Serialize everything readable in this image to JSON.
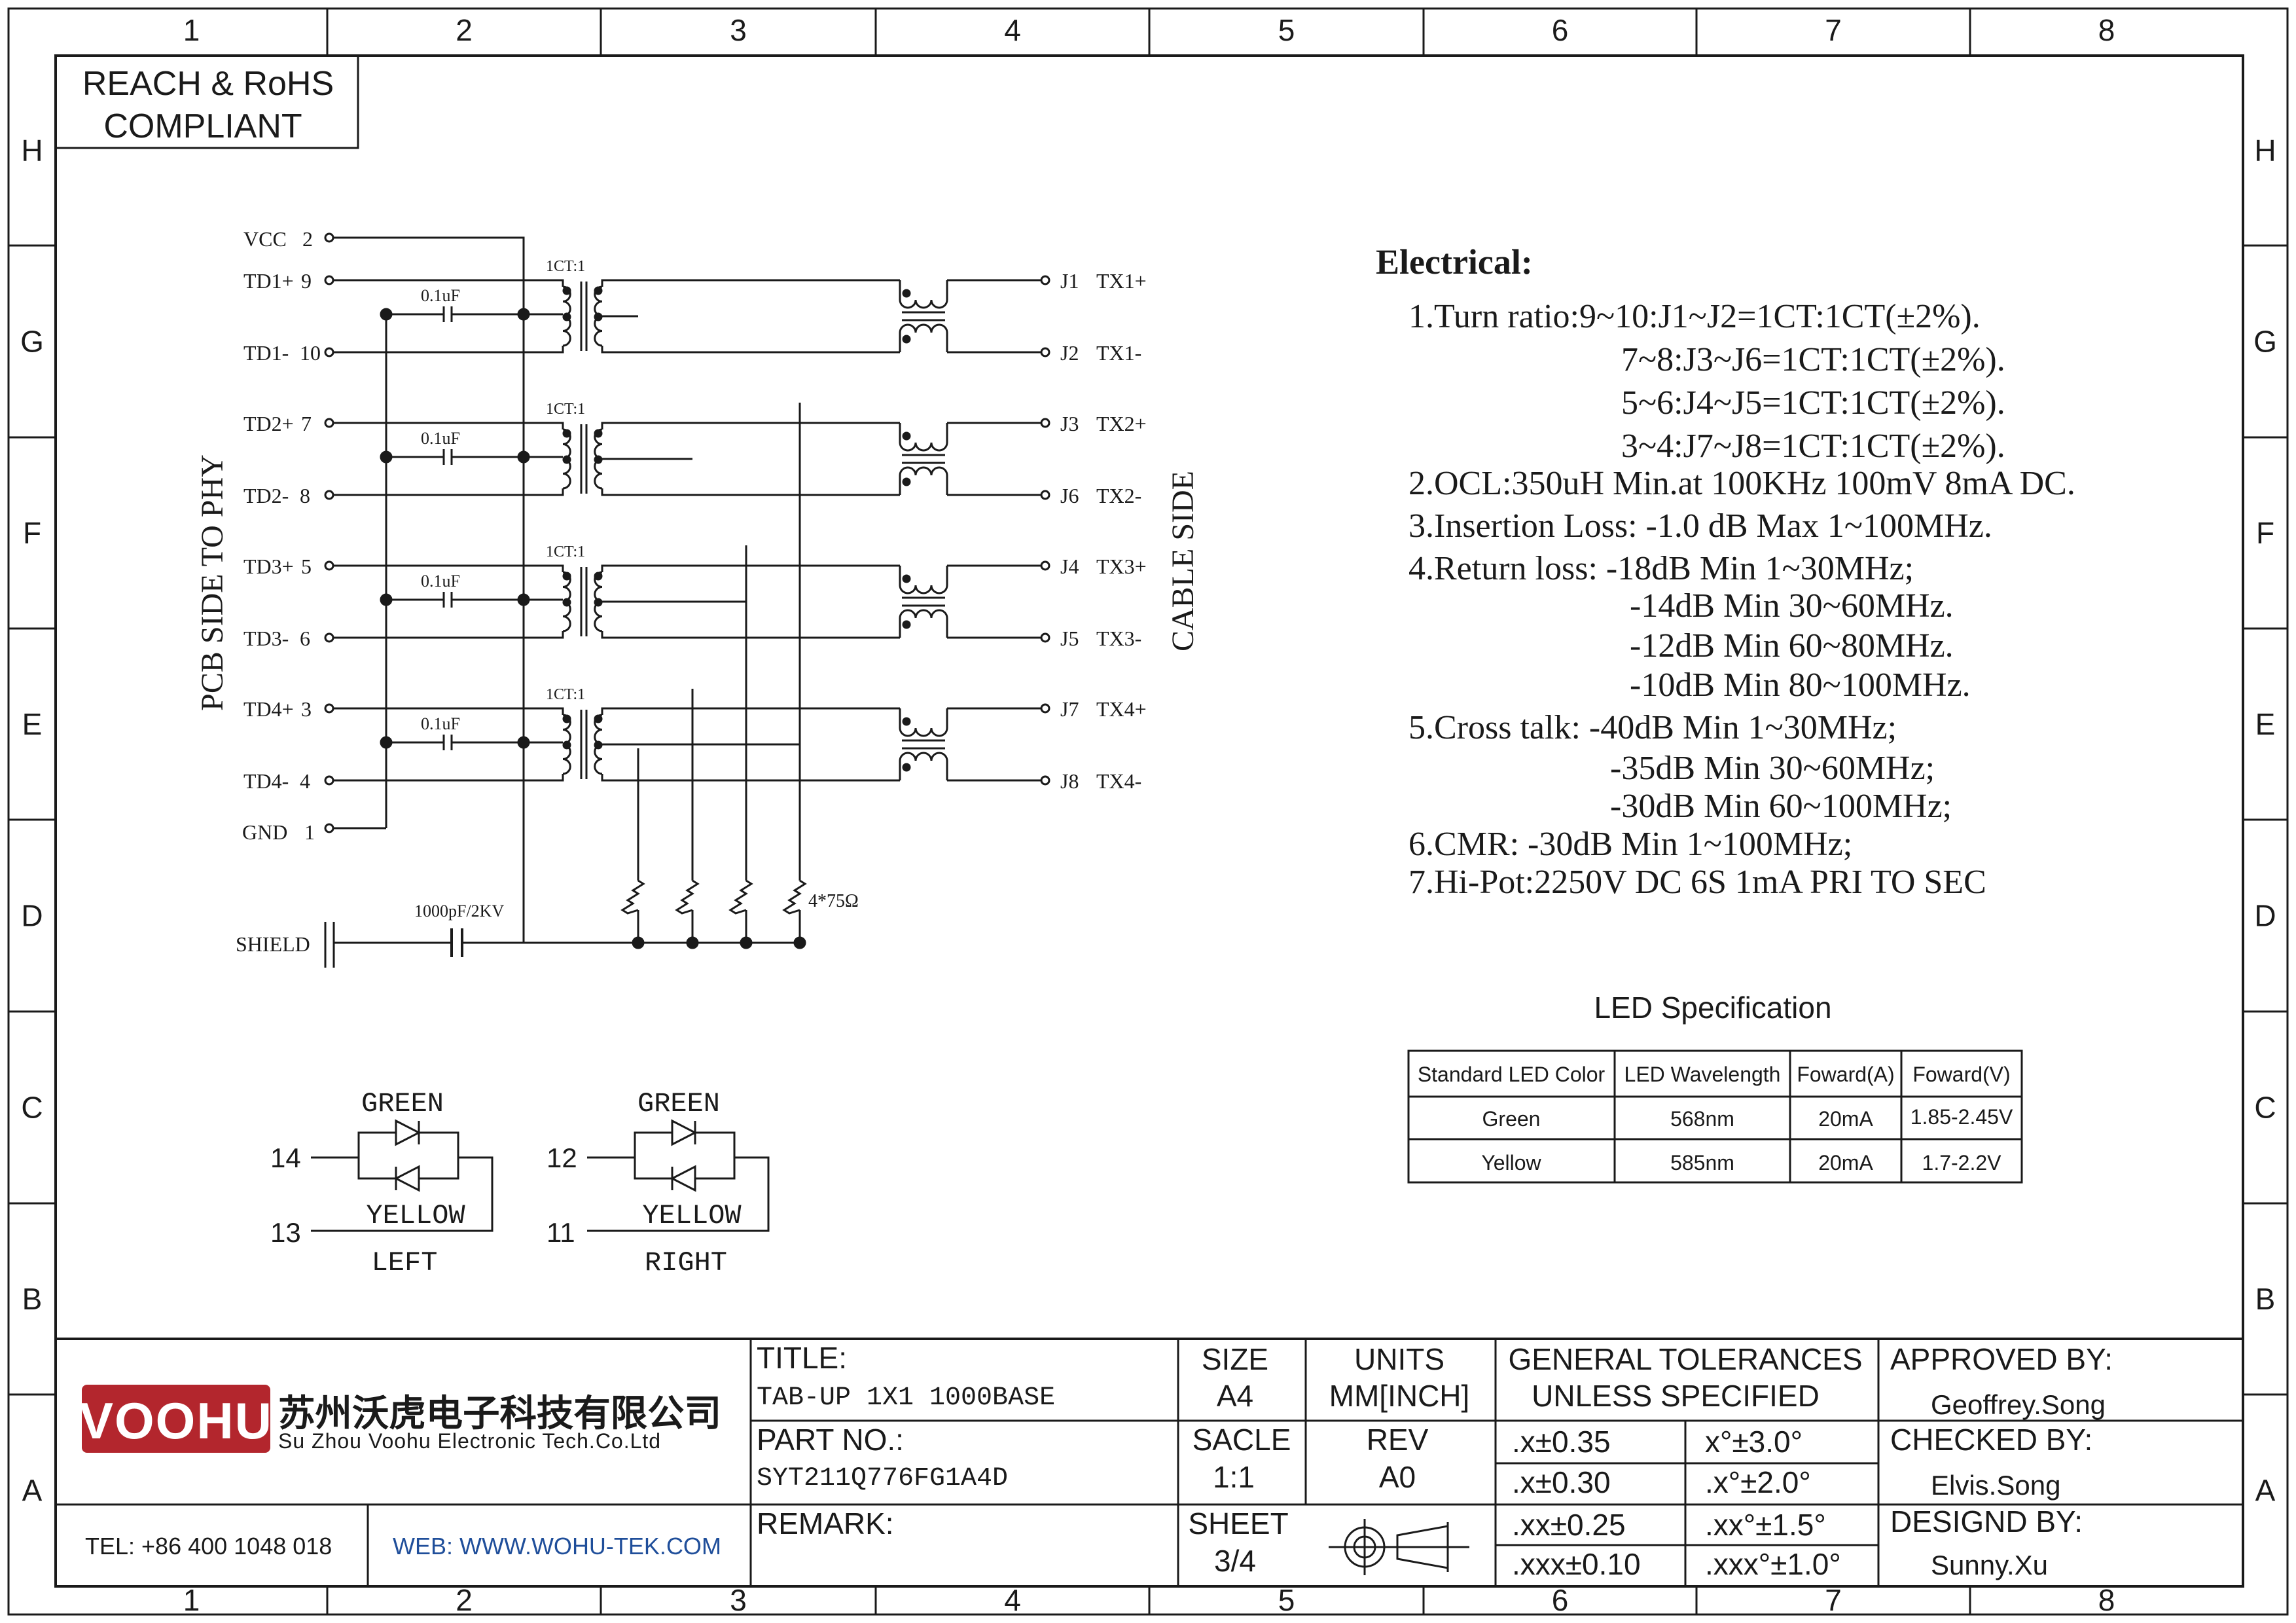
{
  "frame": {
    "columns": [
      "1",
      "2",
      "3",
      "4",
      "5",
      "6",
      "7",
      "8"
    ],
    "rows": [
      "H",
      "G",
      "F",
      "E",
      "D",
      "C",
      "B",
      "A"
    ]
  },
  "compliance": {
    "line1": "REACH & RoHS",
    "line2": "COMPLIANT"
  },
  "schematic": {
    "pcb_side_label": "PCB SIDE TO PHY",
    "cable_side_label": "CABLE SIDE",
    "vcc": {
      "name": "VCC",
      "pin": "2"
    },
    "gnd": {
      "name": "GND",
      "pin": "1"
    },
    "shield": {
      "name": "SHIELD",
      "cap": "1000pF/2KV"
    },
    "resistor_label": "4*75Ω",
    "channels": [
      {
        "pos_name": "TD1+",
        "pos_pin": "9",
        "neg_name": "TD1-",
        "neg_pin": "10",
        "cap": "0.1uF",
        "ratio": "1CT:1",
        "j_pos": "J1",
        "tx_pos": "TX1+",
        "j_neg": "J2",
        "tx_neg": "TX1-"
      },
      {
        "pos_name": "TD2+",
        "pos_pin": "7",
        "neg_name": "TD2-",
        "neg_pin": "8",
        "cap": "0.1uF",
        "ratio": "1CT:1",
        "j_pos": "J3",
        "tx_pos": "TX2+",
        "j_neg": "J6",
        "tx_neg": "TX2-"
      },
      {
        "pos_name": "TD3+",
        "pos_pin": "5",
        "neg_name": "TD3-",
        "neg_pin": "6",
        "cap": "0.1uF",
        "ratio": "1CT:1",
        "j_pos": "J4",
        "tx_pos": "TX3+",
        "j_neg": "J5",
        "tx_neg": "TX3-"
      },
      {
        "pos_name": "TD4+",
        "pos_pin": "3",
        "neg_name": "TD4-",
        "neg_pin": "4",
        "cap": "0.1uF",
        "ratio": "1CT:1",
        "j_pos": "J7",
        "tx_pos": "TX4+",
        "j_neg": "J8",
        "tx_neg": "TX4-"
      }
    ]
  },
  "leds": {
    "left": {
      "top_label": "GREEN",
      "bottom_label": "YELLOW",
      "side": "LEFT",
      "pin_top": "14",
      "pin_bottom": "13"
    },
    "right": {
      "top_label": "GREEN",
      "bottom_label": "YELLOW",
      "side": "RIGHT",
      "pin_top": "12",
      "pin_bottom": "11"
    }
  },
  "electrical": {
    "title": "Electrical:",
    "lines": [
      "1.Turn ratio:9~10:J1~J2=1CT:1CT(±2%).",
      "7~8:J3~J6=1CT:1CT(±2%).",
      "5~6:J4~J5=1CT:1CT(±2%).",
      "3~4:J7~J8=1CT:1CT(±2%).",
      "2.OCL:350uH Min.at 100KHz 100mV 8mA DC.",
      "3.Insertion Loss: -1.0 dB Max 1~100MHz.",
      "4.Return loss: -18dB Min 1~30MHz;",
      "-14dB Min 30~60MHz.",
      "-12dB Min 60~80MHz.",
      "-10dB Min 80~100MHz.",
      "5.Cross talk: -40dB Min 1~30MHz;",
      "-35dB Min 30~60MHz;",
      "-30dB Min 60~100MHz;",
      "6.CMR: -30dB Min 1~100MHz;",
      "7.Hi-Pot:2250V DC 6S 1mA PRI TO SEC"
    ]
  },
  "led_spec": {
    "title": "LED Specification",
    "headers": [
      "Standard LED Color",
      "LED Wavelength",
      "Foward(A)",
      "Foward(V)"
    ],
    "rows": [
      [
        "Green",
        "568nm",
        "20mA",
        "1.85-2.45V"
      ],
      [
        "Yellow",
        "585nm",
        "20mA",
        "1.7-2.2V"
      ]
    ]
  },
  "title_block": {
    "logo": "VOOHU",
    "company_cn": "苏州沃虎电子科技有限公司",
    "company_en": "Su Zhou Voohu Electronic Tech.Co.Ltd",
    "tel": "TEL: +86 400 1048 018",
    "web": "WEB: WWW.WOHU-TEK.COM",
    "title_label": "TITLE:",
    "title_value": "TAB-UP 1X1 1000BASE",
    "part_label": "PART NO.:",
    "part_value": "SYT211Q776FG1A4D",
    "remark_label": "REMARK:",
    "size_label": "SIZE",
    "size_value": "A4",
    "units_label": "UNITS",
    "units_value": "MM[INCH]",
    "scale_label": "SACLE",
    "scale_value": "1:1",
    "rev_label": "REV",
    "rev_value": "A0",
    "sheet_label": "SHEET",
    "sheet_value": "3/4",
    "tol_line1": "GENERAL TOLERANCES",
    "tol_line2": "UNLESS SPECIFIED",
    "tolerances": [
      [
        ".x±0.35",
        "x°±3.0°"
      ],
      [
        ".x±0.30",
        ".x°±2.0°"
      ],
      [
        ".xx±0.25",
        ".xx°±1.5°"
      ],
      [
        ".xxx±0.10",
        ".xxx°±1.0°"
      ]
    ],
    "approved_label": "APPROVED BY:",
    "approved_value": "Geoffrey.Song",
    "checked_label": "CHECKED BY:",
    "checked_value": "Elvis.Song",
    "designed_label": "DESIGND BY:",
    "designed_value": "Sunny.Xu"
  },
  "colors": {
    "line": "#1a1a1a",
    "logo_red": "#b3262d",
    "web_blue": "#1f4e9a"
  }
}
